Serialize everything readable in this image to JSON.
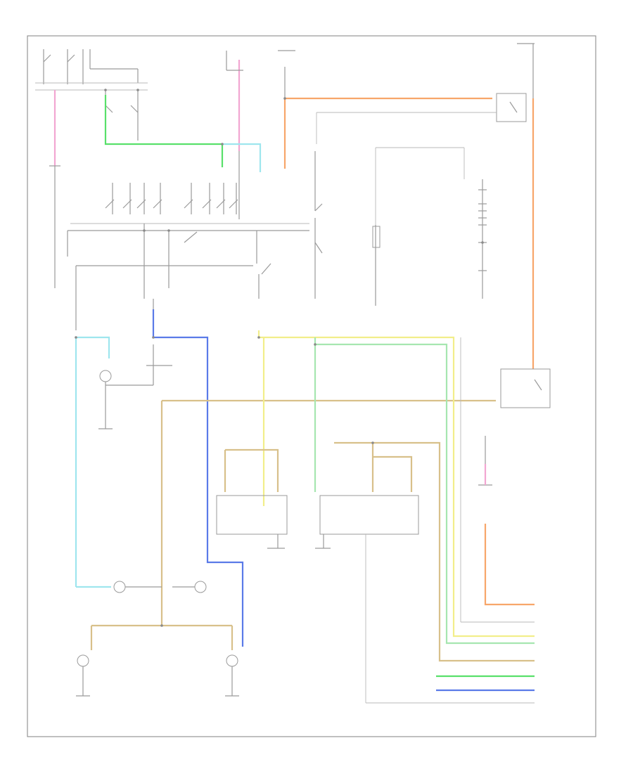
{
  "diagram": {
    "title": "",
    "footer_code": "",
    "labels": [
      {
        "id": "l1",
        "text": "",
        "x": 0,
        "y": 0
      }
    ]
  },
  "colors": {
    "frame": "#8d8d8d",
    "wire": "#9a9a9a",
    "pink": "#f2a6d2",
    "green": "#58e06a",
    "cyan": "#9ee6ee",
    "orange": "#f7a66a",
    "yellow": "#f2ee8a",
    "tan": "#d8c08a",
    "blue": "#5a7ae8",
    "light_green": "#a6e6b0"
  }
}
